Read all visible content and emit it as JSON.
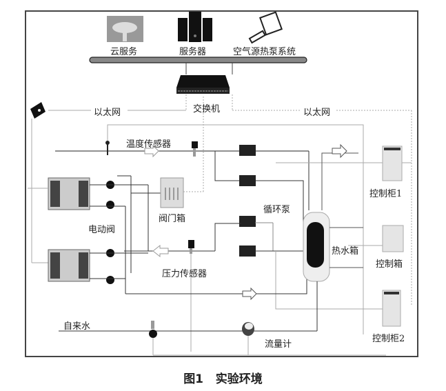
{
  "diagram": {
    "nodes": {
      "cloud": "云服务",
      "server": "服务器",
      "heat_pump_system": "空气源热泵系统",
      "switch": "交换机",
      "ethernet_left": "以太网",
      "ethernet_right": "以太网",
      "temp_sensor": "温度传感器",
      "valve_box": "阀门箱",
      "electric_valve": "电动阀",
      "circulation_pump": "循环泵",
      "pressure_sensor": "压力传感器",
      "hot_water_tank": "热水箱",
      "control_cabinet_1": "控制柜1",
      "control_box": "控制箱",
      "control_cabinet_2": "控制柜2",
      "tap_water": "自来水",
      "flow_meter": "流量计"
    }
  },
  "caption": {
    "figure_number": "图1",
    "title": "实验环境"
  }
}
